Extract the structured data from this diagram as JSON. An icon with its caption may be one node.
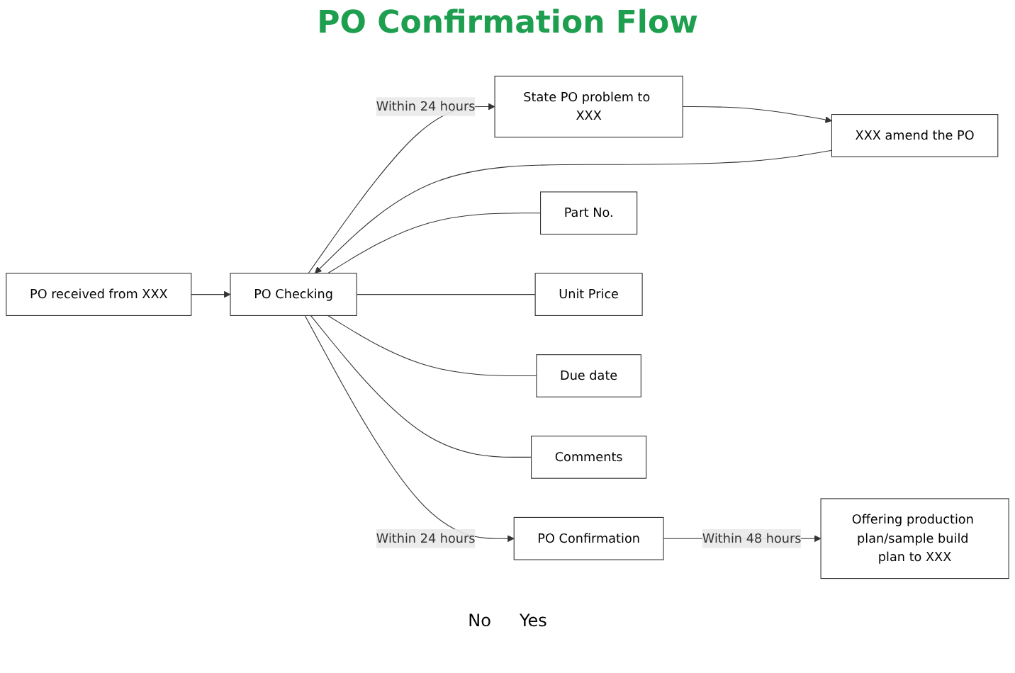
{
  "diagram": {
    "title": "PO Confirmation Flow",
    "nodes": [
      {
        "text": [
          "PO received from XXX"
        ]
      },
      {
        "text": [
          "PO Checking"
        ]
      },
      {
        "text": [
          "State PO problem to XXX"
        ]
      },
      {
        "text": [
          "XXX amend the PO"
        ]
      },
      {
        "text": [
          "PO Confirmation"
        ]
      },
      {
        "text": [
          "Offering production plan/sample build plan to XXX"
        ]
      },
      {
        "text": [
          "Part No."
        ]
      },
      {
        "text": [
          "Unit Price"
        ]
      },
      {
        "text": [
          "Due date"
        ]
      },
      {
        "text": [
          "Comments"
        ]
      }
    ],
    "edges": [
      {
        "from": 0,
        "to": 1,
        "arrow": "to"
      },
      {
        "from": 1,
        "to": 2,
        "arrow": "to",
        "label": "Within 24 hours"
      },
      {
        "from": 2,
        "to": 3,
        "arrow": "to"
      },
      {
        "from": 3,
        "to": 1,
        "arrow": "to"
      },
      {
        "from": 1,
        "to": 4,
        "arrow": "to",
        "label": "Within 24 hours"
      },
      {
        "from": 4,
        "to": 5,
        "arrow": "to",
        "label": "Within 48 hours"
      },
      {
        "from": 1,
        "to": 6,
        "arrow": "none"
      },
      {
        "from": 1,
        "to": 7,
        "arrow": "none"
      },
      {
        "from": 1,
        "to": 8,
        "arrow": "none"
      },
      {
        "from": 1,
        "to": 9,
        "arrow": "none"
      }
    ],
    "labels": [
      "No",
      "Yes"
    ]
  }
}
